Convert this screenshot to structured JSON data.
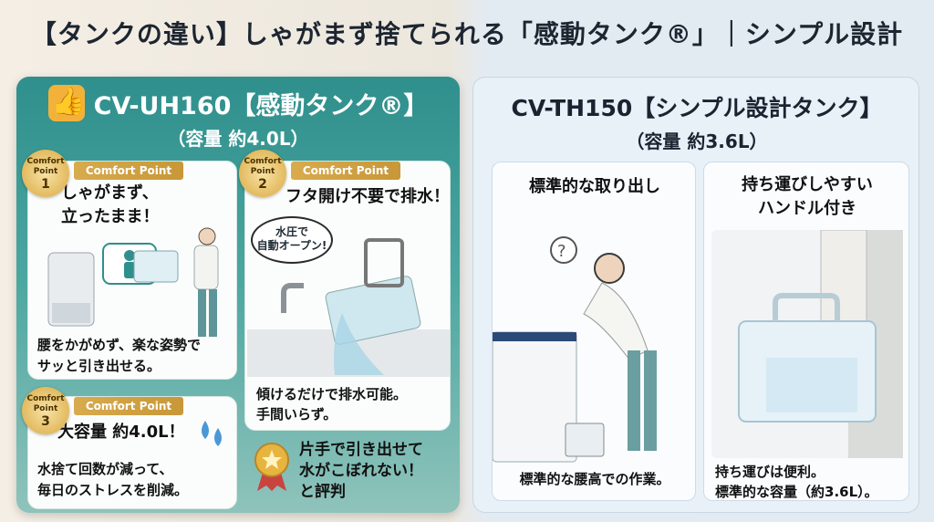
{
  "title": "【タンクの違い】しゃがまず捨てられる「感動タンク®」｜シンプル設計",
  "left": {
    "name": "CV-UH160【感動タンク®】",
    "capacity": "（容量 約4.0L）",
    "badge_label": "Comfort Point",
    "ribbon_label": "Comfort Point",
    "points": [
      {
        "num": "1",
        "heading": "しゃがまず、立ったまま！",
        "desc1": "腰をかがめず、楽な姿勢で",
        "desc2": "サッと引き出せる。"
      },
      {
        "num": "2",
        "heading": "フタ開け不要で排水！",
        "bubble1": "水圧で",
        "bubble2": "自動オープン!",
        "desc1": "傾けるだけで排水可能。",
        "desc2": "手間いらず。"
      },
      {
        "num": "3",
        "heading": "大容量 約4.0L！",
        "desc1": "水捨て回数が減って、",
        "desc2": "毎日のストレスを削減。"
      }
    ],
    "review1": "片手で引き出せて",
    "review2": "水がこぼれない！",
    "review3": "と評判"
  },
  "right": {
    "name": "CV-TH150【シンプル設計タンク】",
    "capacity": "（容量 約3.6L）",
    "card1": {
      "heading": "標準的な取り出し",
      "desc": "標準的な腰高での作業。"
    },
    "card2": {
      "heading1": "持ち運びしやすい",
      "heading2": "ハンドル付き",
      "desc1": "持ち運びは便利。",
      "desc2": "標準的な容量（約3.6L）。"
    }
  },
  "colors": {
    "teal": "#3b9a95",
    "gold": "#d4a443",
    "blue_bg": "#e8f0f8"
  }
}
